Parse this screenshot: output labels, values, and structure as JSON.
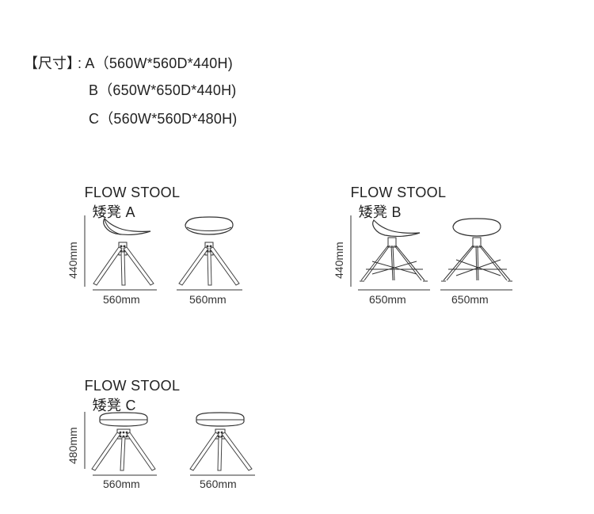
{
  "specs": {
    "key": "【尺寸】",
    "lines": [
      ": A（560W*560D*440H)",
      "B（650W*650D*440H)",
      "C（560W*560D*480H)"
    ]
  },
  "stools": [
    {
      "title": "FLOW STOOL",
      "subtitle": "矮凳 A",
      "height_label": "440mm",
      "width_labels": [
        "560mm",
        "560mm"
      ]
    },
    {
      "title": "FLOW STOOL",
      "subtitle": "矮凳 B",
      "height_label": "440mm",
      "width_labels": [
        "650mm",
        "650mm"
      ]
    },
    {
      "title": "FLOW STOOL",
      "subtitle": "矮凳 C",
      "height_label": "480mm",
      "width_labels": [
        "560mm",
        "560mm"
      ]
    }
  ]
}
